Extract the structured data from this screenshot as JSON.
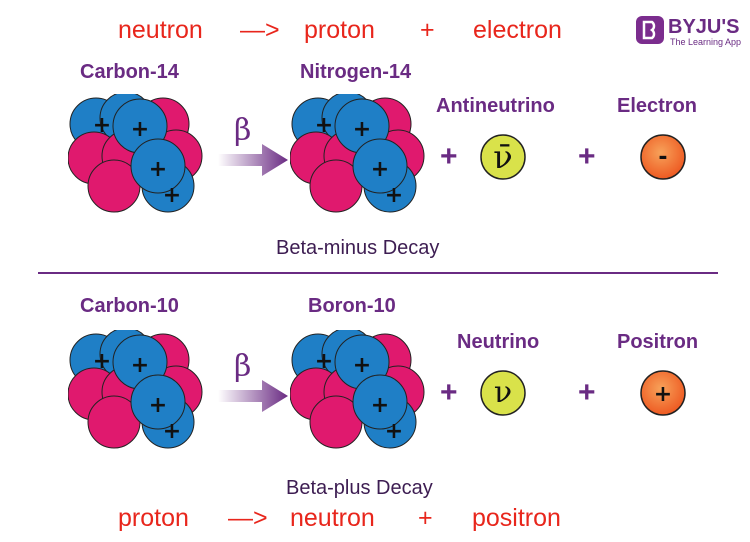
{
  "logo": {
    "name": "BYJU'S",
    "tagline": "The Learning App"
  },
  "top_equation": {
    "left": "neutron",
    "arrow": "—>",
    "middle": "proton",
    "plus": "+",
    "right": "electron"
  },
  "bottom_equation": {
    "left": "proton",
    "arrow": "—>",
    "middle": "neutron",
    "plus": "+",
    "right": "positron"
  },
  "beta_minus": {
    "parent": "Carbon-14",
    "daughter": "Nitrogen-14",
    "beta_symbol": "β",
    "plus1": "+",
    "plus2": "+",
    "particle1_label": "Antineutrino",
    "particle1_symbol": "ν̄",
    "particle2_label": "Electron",
    "particle2_symbol": "-",
    "caption": "Beta-minus Decay"
  },
  "beta_plus": {
    "parent": "Carbon-10",
    "daughter": "Boron-10",
    "beta_symbol": "β",
    "plus1": "+",
    "plus2": "+",
    "particle1_label": "Neutrino",
    "particle1_symbol": "ν",
    "particle2_label": "Positron",
    "particle2_symbol": "+",
    "caption": "Beta-plus Decay"
  },
  "nucleus_proton_symbol": "+",
  "colors": {
    "equation": "#e8261c",
    "label": "#6a2b83",
    "neutron": "#e0196e",
    "proton": "#1f7fc6",
    "neutrino": "#d9e24a",
    "electron": "#ee5a22"
  }
}
